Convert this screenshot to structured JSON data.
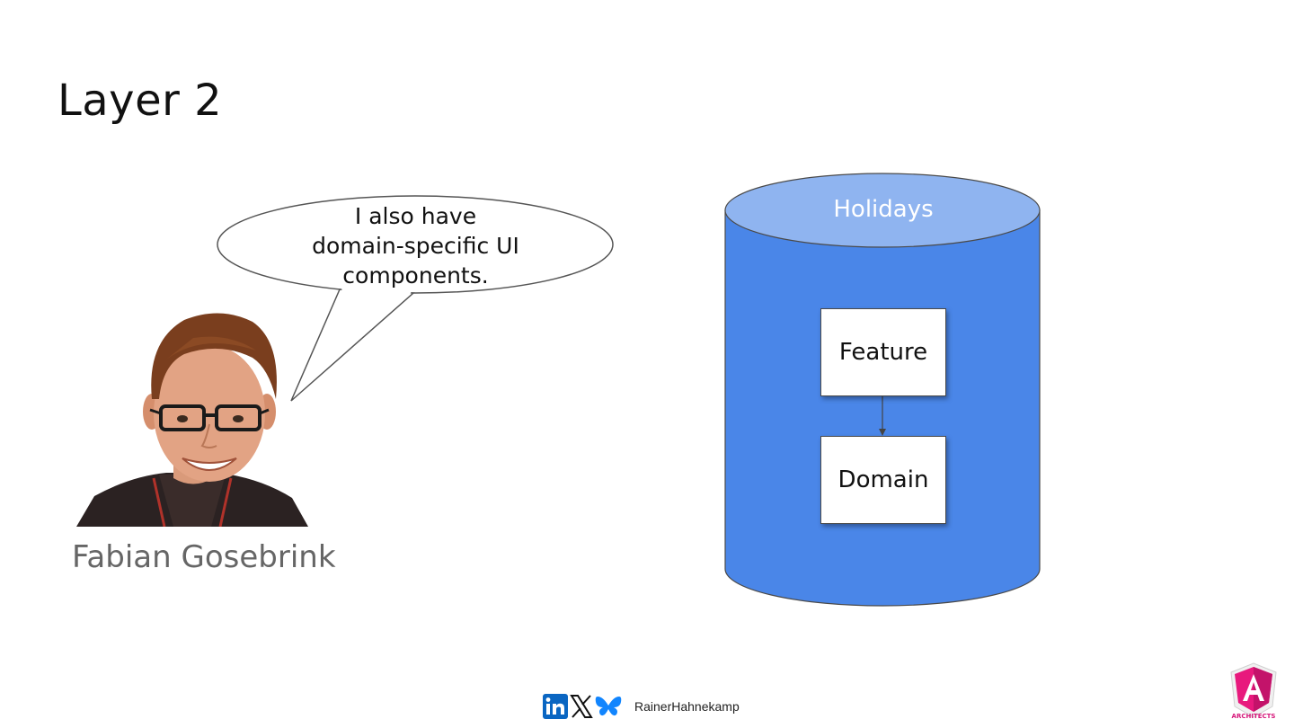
{
  "slide": {
    "title": "Layer 2"
  },
  "speech_bubble": {
    "lines": [
      "I also have",
      "domain-specific UI",
      "components."
    ]
  },
  "speaker": {
    "name": "Fabian Gosebrink",
    "photo_icon": "person-photo"
  },
  "database": {
    "label": "Holidays",
    "body_color": "#4a86e8",
    "top_color": "#8fb4f0",
    "boxes": [
      {
        "label": "Feature"
      },
      {
        "label": "Domain"
      }
    ]
  },
  "footer": {
    "icons": [
      "linkedin-icon",
      "x-icon",
      "bluesky-icon"
    ],
    "handle": "RainerHahnekamp"
  },
  "logo": {
    "icon": "angular-architects-logo",
    "text": "ARCHITECTS"
  }
}
